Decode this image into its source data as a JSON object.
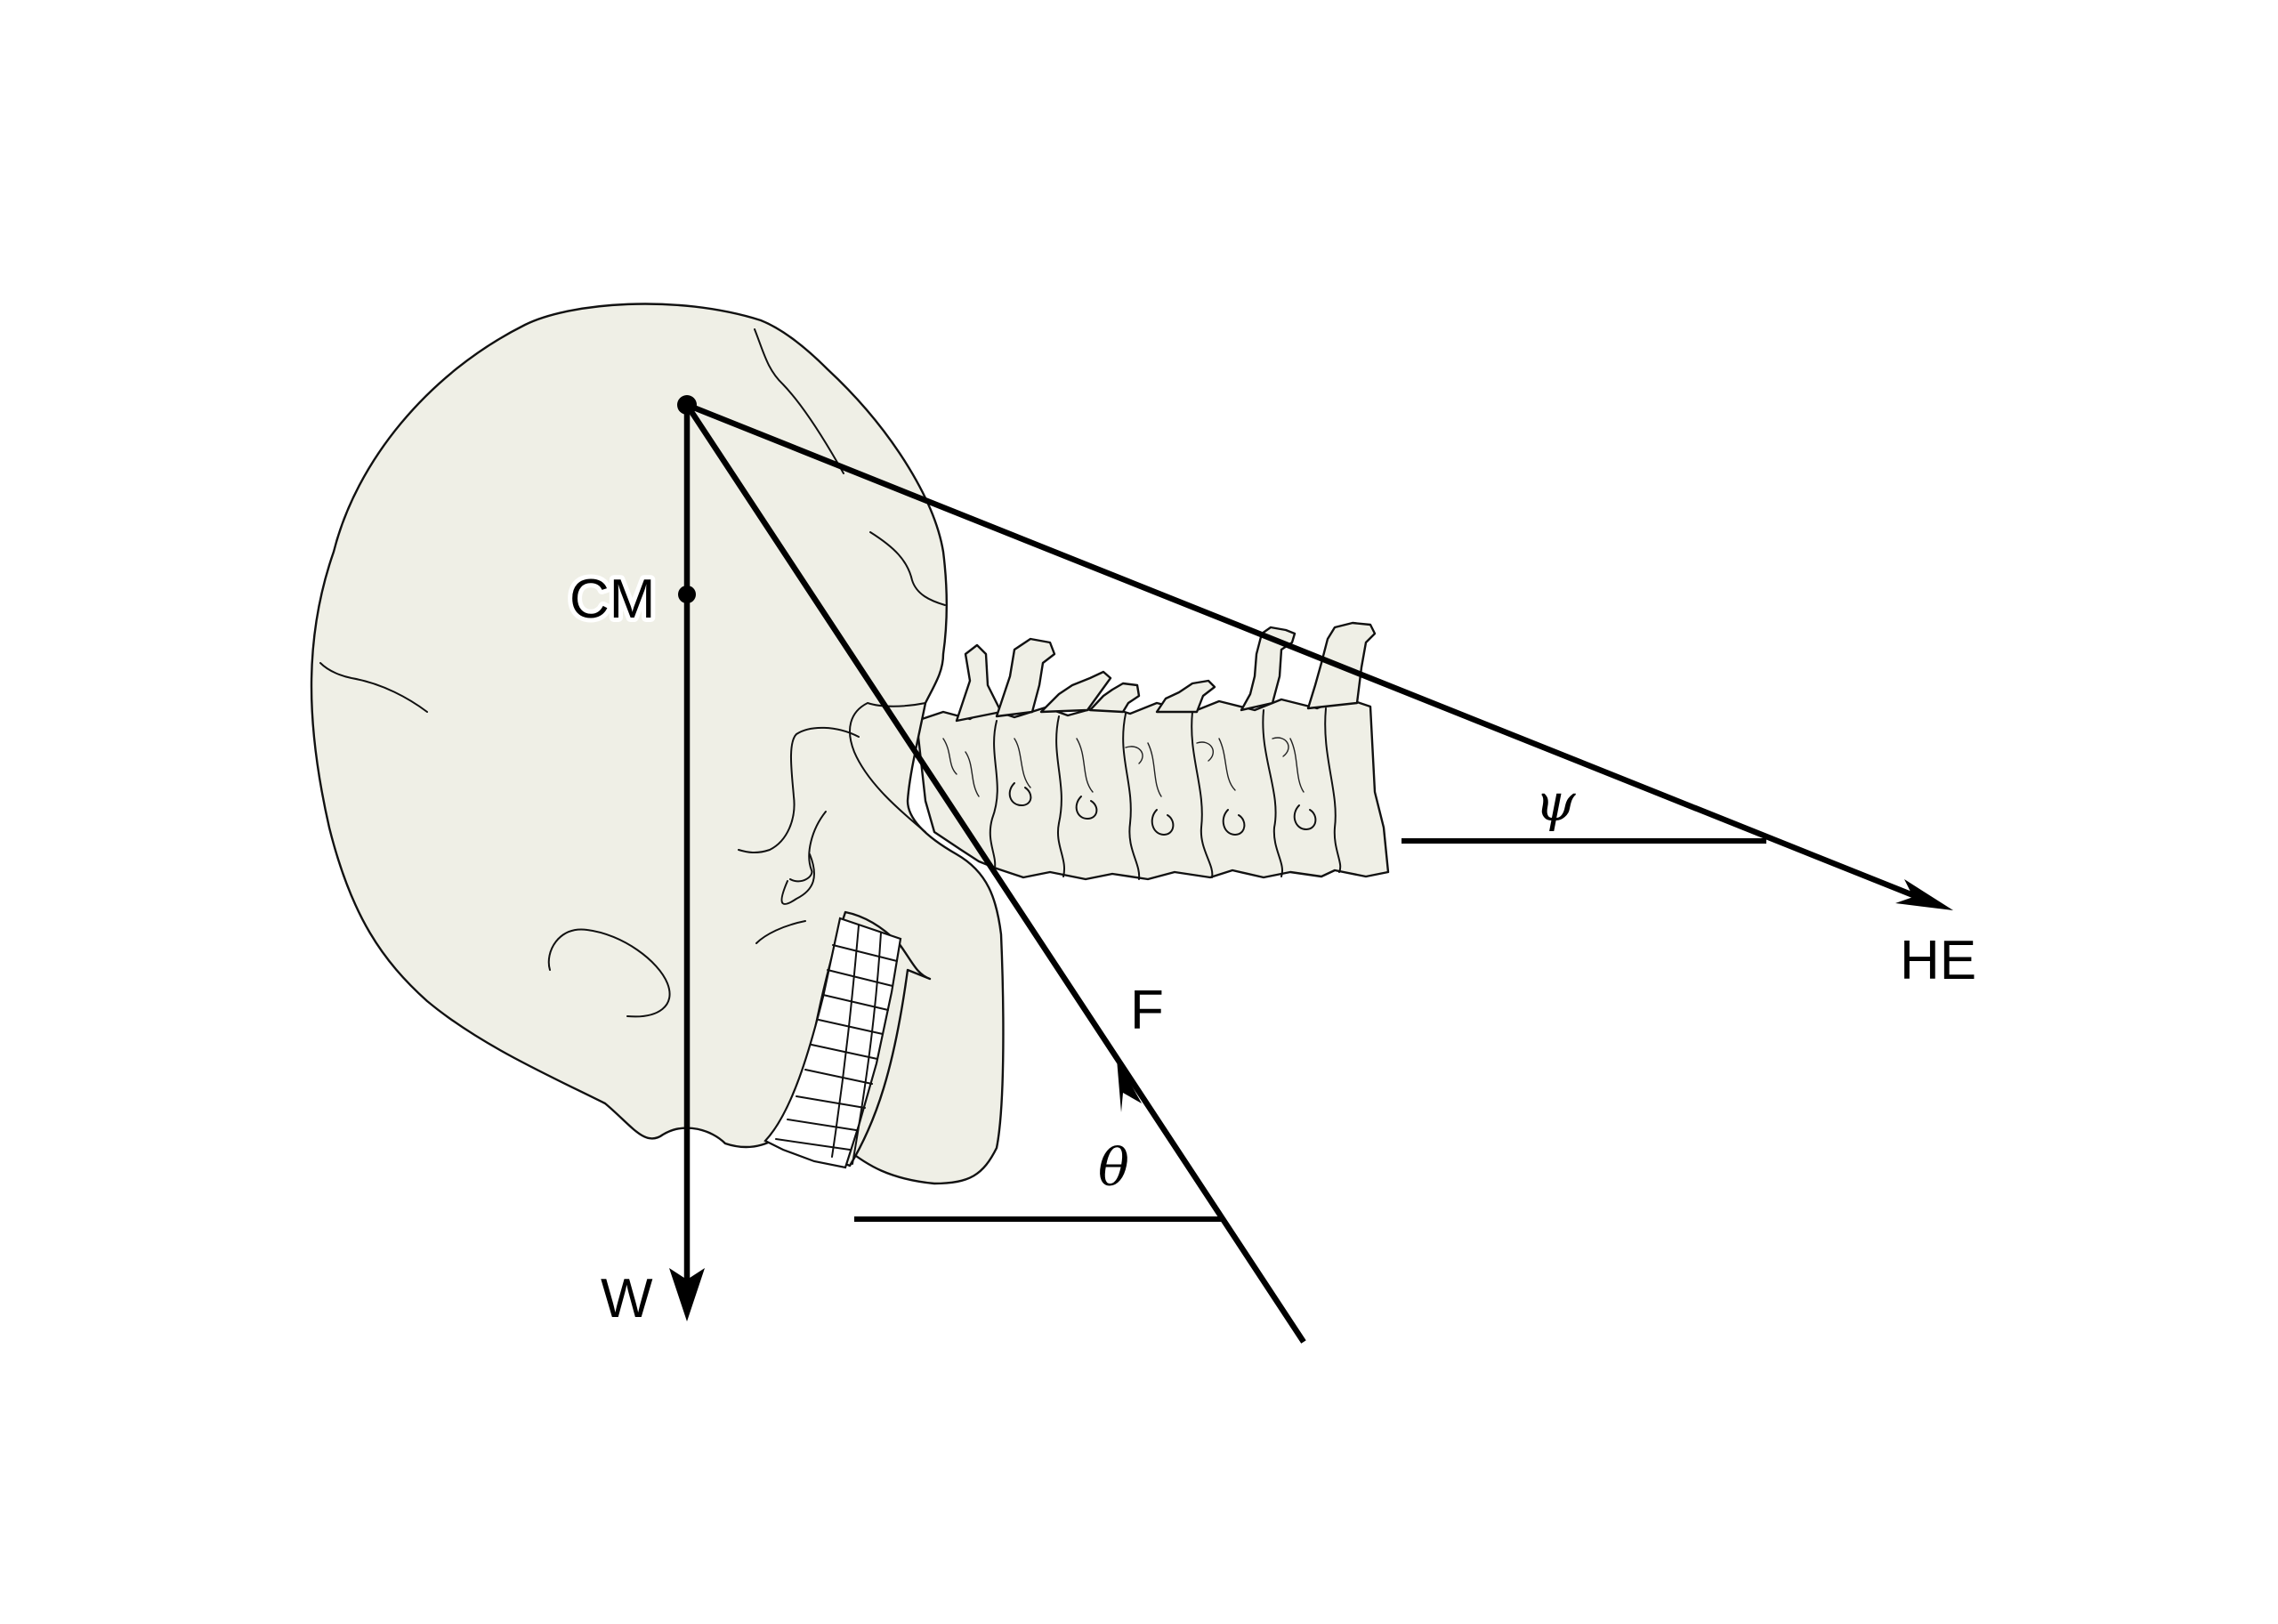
{
  "labels": {
    "center_of_mass": "CM",
    "weight": "W",
    "force": "F",
    "head_extensor": "HE",
    "theta": "θ",
    "psi": "ψ"
  },
  "colors": {
    "bone_fill": "#efefe6",
    "line": "#000000",
    "teeth_fill": "#ffffff"
  },
  "icons": {
    "skull": "skull-illustration",
    "spine": "cervical-spine-illustration",
    "arrowhead": "arrowhead-icon"
  }
}
